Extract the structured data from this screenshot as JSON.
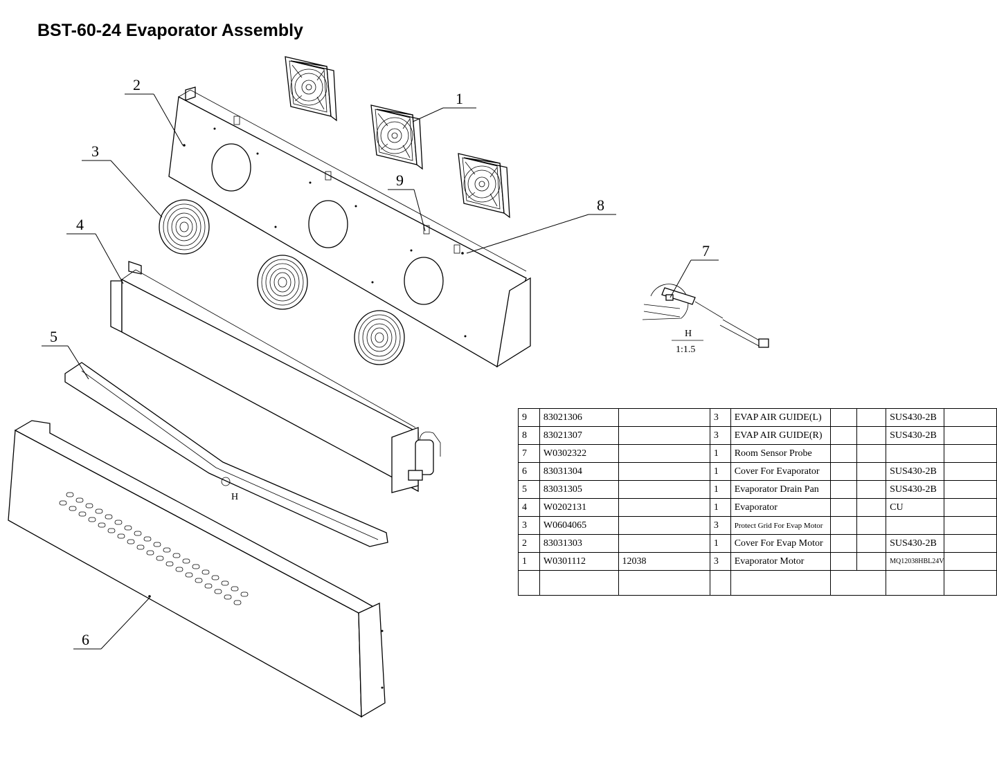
{
  "title": "BST-60-24 Evaporator Assembly",
  "callouts": {
    "c1": "1",
    "c2": "2",
    "c3": "3",
    "c4": "4",
    "c5": "5",
    "c6": "6",
    "c7": "7",
    "c8": "8",
    "c9": "9"
  },
  "detail": {
    "view_label": "H",
    "scale": "1:1.5",
    "mark": "H"
  },
  "bom": {
    "rows": [
      {
        "no": "9",
        "code": "83021306",
        "spec": "",
        "qty": "3",
        "name": "EVAP AIR GUIDE(L)",
        "e1": "",
        "e2": "",
        "material": "SUS430-2B",
        "note": ""
      },
      {
        "no": "8",
        "code": "83021307",
        "spec": "",
        "qty": "3",
        "name": "EVAP AIR GUIDE(R)",
        "e1": "",
        "e2": "",
        "material": "SUS430-2B",
        "note": ""
      },
      {
        "no": "7",
        "code": "W0302322",
        "spec": "",
        "qty": "1",
        "name": "Room Sensor Probe",
        "e1": "",
        "e2": "",
        "material": "",
        "note": ""
      },
      {
        "no": "6",
        "code": "83031304",
        "spec": "",
        "qty": "1",
        "name": "Cover For Evaporator",
        "e1": "",
        "e2": "",
        "material": "SUS430-2B",
        "note": ""
      },
      {
        "no": "5",
        "code": "83031305",
        "spec": "",
        "qty": "1",
        "name": "Evaporator Drain Pan",
        "e1": "",
        "e2": "",
        "material": "SUS430-2B",
        "note": ""
      },
      {
        "no": "4",
        "code": "W0202131",
        "spec": "",
        "qty": "1",
        "name": "Evaporator",
        "e1": "",
        "e2": "",
        "material": "CU",
        "note": ""
      },
      {
        "no": "3",
        "code": "W0604065",
        "spec": "",
        "qty": "3",
        "name": "Protect Grid For Evap Motor",
        "e1": "",
        "e2": "",
        "material": "",
        "note": ""
      },
      {
        "no": "2",
        "code": "83031303",
        "spec": "",
        "qty": "1",
        "name": "Cover For Evap Motor",
        "e1": "",
        "e2": "",
        "material": "SUS430-2B",
        "note": ""
      },
      {
        "no": "1",
        "code": "W0301112",
        "spec": "12038",
        "qty": "3",
        "name": "Evaporator Motor",
        "e1": "",
        "e2": "",
        "material": "MQ12038HBL24V",
        "note": ""
      }
    ]
  }
}
